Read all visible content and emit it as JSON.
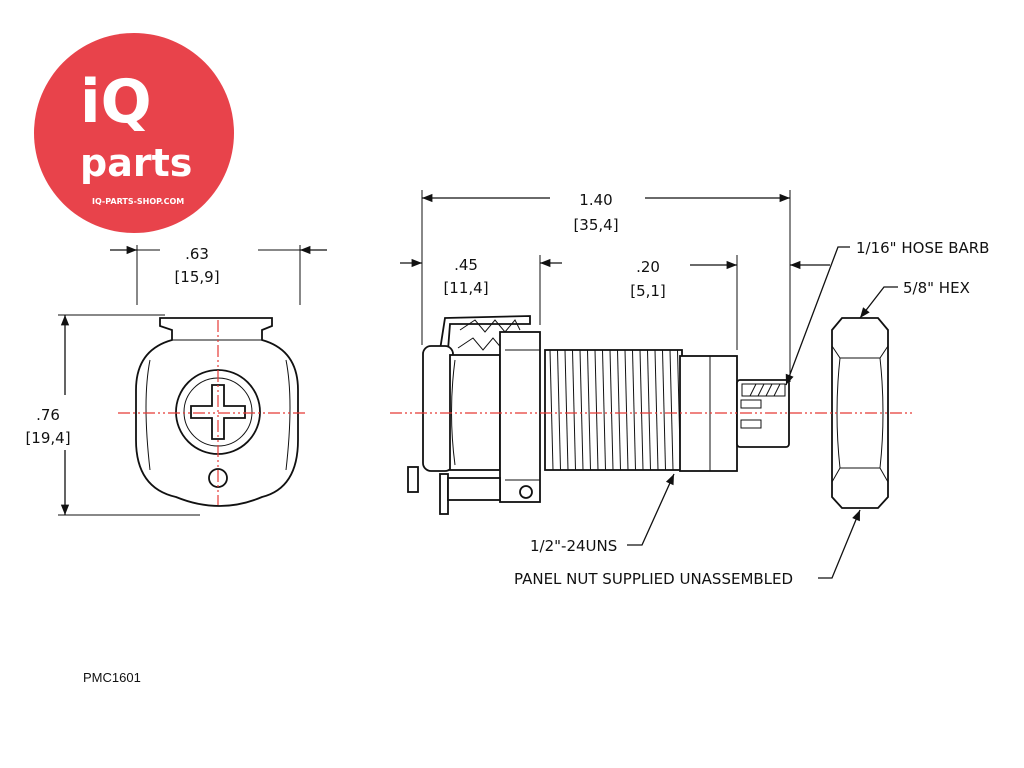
{
  "logo": {
    "brand_top": "iQ",
    "brand_bottom": "parts",
    "website": "IQ-PARTS-SHOP.COM",
    "color": "#e8434b"
  },
  "front_view": {
    "width_in": ".63",
    "width_mm": "[15,9]",
    "height_in": ".76",
    "height_mm": "[19,4]"
  },
  "side_view": {
    "overall_in": "1.40",
    "overall_mm": "[35,4]",
    "coupling_in": ".45",
    "coupling_mm": "[11,4]",
    "barb_in": ".20",
    "barb_mm": "[5,1]"
  },
  "callouts": {
    "hose_barb": "1/16\" HOSE BARB",
    "hex": "5/8\" HEX",
    "thread": "1/2\"-24UNS",
    "panel_nut": "PANEL NUT SUPPLIED UNASSEMBLED"
  },
  "part_number": "PMC1601"
}
